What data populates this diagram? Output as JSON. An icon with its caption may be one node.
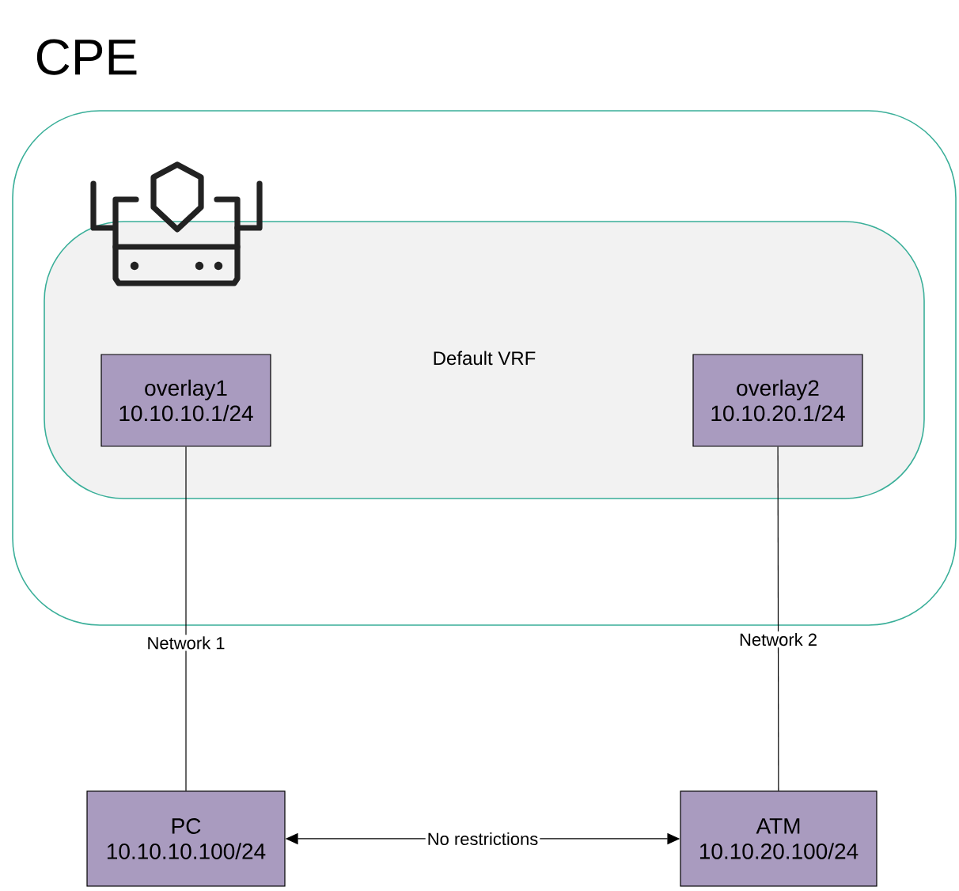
{
  "diagram": {
    "nodes": [
      {
        "text": [
          "CPE"
        ]
      },
      {
        "text": [
          "Default VRF"
        ],
        "in": 0
      },
      {
        "text": [
          "overlay1",
          "10.10.10.1/24"
        ],
        "in": 1
      },
      {
        "text": [
          "overlay2",
          "10.10.20.1/24"
        ],
        "in": 1
      },
      {
        "text": [
          "PC",
          "10.10.10.100/24"
        ]
      },
      {
        "text": [
          "ATM",
          "10.10.20.100/24"
        ]
      }
    ],
    "edges": [
      {
        "from": 2,
        "to": 4,
        "arrow": "none",
        "label": "Network 1"
      },
      {
        "from": 3,
        "to": 5,
        "arrow": "none",
        "label": "Network 2"
      },
      {
        "from": 4,
        "to": 5,
        "arrow": "both",
        "label": "No restrictions"
      }
    ]
  }
}
